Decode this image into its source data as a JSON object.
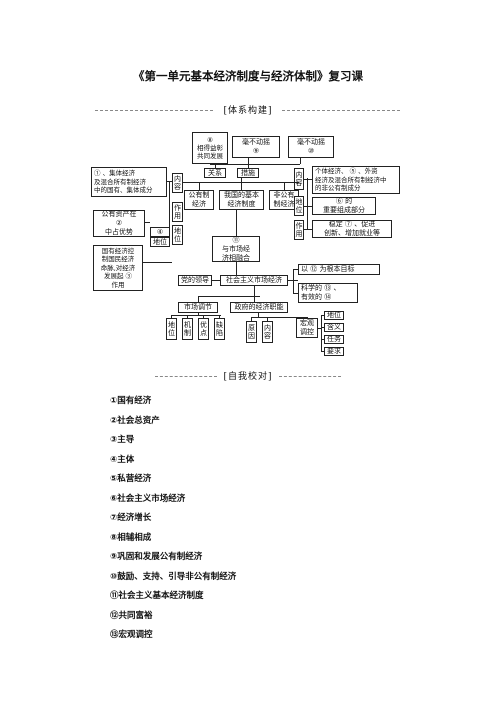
{
  "title": "《第一单元基本经济制度与经济体制》复习课",
  "sections": {
    "structure": "[体系构建]",
    "check": "[自我校对]"
  },
  "diagram": {
    "n8": "⑧\n相得益彰\n共同发展",
    "n9": "毫不动摇\n⑨",
    "n10": "毫不动摇\n⑩",
    "guanxi": "关系",
    "cuoshi": "措施",
    "n1_left": "① 、集体经济\n及混合所有制经济\n中的国有、集体成分",
    "neirong_l": "内\n容",
    "zuoyong_l": "作\n用",
    "gongyou": "公有制\n经济",
    "core": "我国的基本\n经济制度",
    "feigong": "非公有\n制经济",
    "neirong_r": "内\n容",
    "right_content": "个体经济、 ⑤ 、外资\n经济及混合所有制经济中\n的非公有制成分",
    "diwei_r": "地\n位",
    "right_position": "⑥ 的\n重要组成部分",
    "zuoyong_r": "作\n用",
    "right_effect": "稳定 ⑦ 、促进\n创新、增加就业等",
    "left_asset": "公有资产在\n②\n中占优势",
    "n4": "④",
    "diwei_l": "地位",
    "diwei_v": "地\n位",
    "left_effect": "国有经济控\n制国民经济\n命脉,对经济\n发展起 ③\n作用",
    "n11": "⑪\n与市场经\n济相融合",
    "party": "党的领导",
    "market": "社会主义市场经济",
    "goal": "以 ⑫ 为根本目标",
    "effective": "科学的 ⑬ 、\n有效的 ⑭",
    "market_adjust": "市场调节",
    "gov_function": "政府的经济职能",
    "m1": "地\n位",
    "m2": "机\n制",
    "m3": "优\n点",
    "m4": "缺\n陷",
    "g1": "原\n因",
    "g2": "内\n容",
    "macro": "宏观\n调控",
    "r1": "地位",
    "r2": "含义",
    "r3": "任务",
    "r4": "要求"
  },
  "answers": [
    "①国有经济",
    "②社会总资产",
    "③主导",
    "④主体",
    "⑤私营经济",
    "⑥社会主义市场经济",
    "⑦经济增长",
    "⑧相辅相成",
    "⑨巩固和发展公有制经济",
    "⑩鼓励、支持、引导非公有制经济",
    "⑪社会主义基本经济制度",
    "⑫共同富裕",
    "⑬宏观调控"
  ]
}
